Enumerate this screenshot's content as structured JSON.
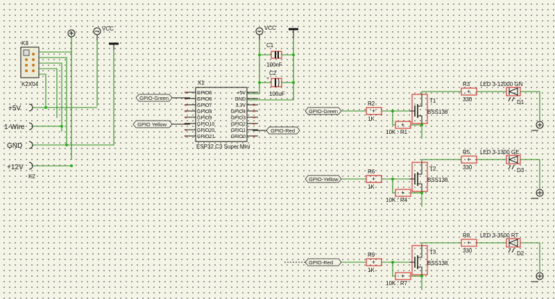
{
  "supply": {
    "vcc": "VCC"
  },
  "k3": {
    "ref": "K3",
    "name": "K2X04"
  },
  "k2": {
    "ref": "K2",
    "pins": [
      "+5V",
      "1-Wire",
      "GND",
      "+12V"
    ]
  },
  "mcu": {
    "ref": "X1",
    "name": "ESP32 C3 Super.Mini",
    "left_pins": [
      "GPIO5",
      "GPIO6",
      "GPIO7",
      "GPIO8",
      "GPIO9",
      "GPIO10",
      "GPIO20",
      "GPIO21"
    ],
    "right_pins": [
      "+5V",
      "GND",
      "3,3V",
      "GPIO4",
      "GPIO3",
      "GPIO2",
      "GPIO1",
      "GPIO0"
    ]
  },
  "caps": [
    {
      "ref": "C1",
      "value": "100nF"
    },
    {
      "ref": "C2",
      "value": "100uF"
    }
  ],
  "net_labels": {
    "green": "GPIO-Green",
    "yellow": "GPIO Yellow",
    "yellow2": "GPIO-Yellow",
    "red": "GPIO-Red"
  },
  "channels": [
    {
      "gpio": "GPIO-Green",
      "r_gate": "R2",
      "r_gate_val": "1K",
      "r_pull": "10K : R1",
      "trans": "T1",
      "trans_type": "BSS138",
      "r_led": "R3",
      "r_led_val": "330",
      "led": "LED 3-12000 GN",
      "diode": "D1"
    },
    {
      "gpio": "GPIO-Yellow",
      "r_gate": "R6",
      "r_gate_val": "1K",
      "r_pull": "10K : R4",
      "trans": "T2",
      "trans_type": "BSS138",
      "r_led": "R5",
      "r_led_val": "330",
      "led": "LED 3-1300 GE",
      "diode": "D3"
    },
    {
      "gpio": "GPIO-Red",
      "r_gate": "R9",
      "r_gate_val": "1K",
      "r_pull": "10K : R7",
      "trans": "T3",
      "trans_type": "BSS138",
      "r_led": "R8",
      "r_led_val": "330",
      "led": "LED 3-3500 RT",
      "diode": "D2"
    }
  ]
}
